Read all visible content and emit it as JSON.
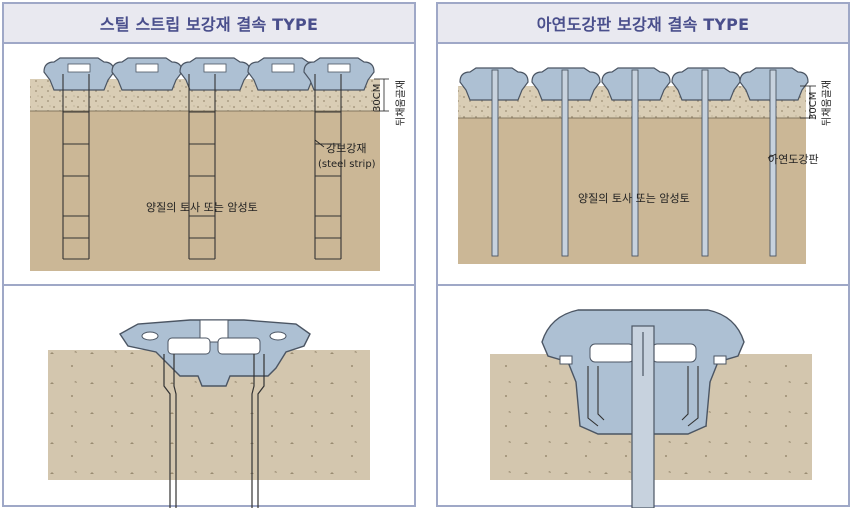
{
  "left_panel": {
    "title": "스틸 스트립 보강재 결속 TYPE",
    "depth_label": "30CM",
    "backfill_label": "뒤채움골재",
    "reinforcement_label": "강보강재",
    "reinforcement_sublabel": "(steel strip)",
    "soil_label": "양질의 토사 또는 암성토"
  },
  "right_panel": {
    "title": "아연도강판 보강재 결속 TYPE",
    "depth_label": "30CM",
    "backfill_label": "뒤채움골재",
    "reinforcement_label": "아연도강판",
    "soil_label": "양질의 토사 또는 암성토"
  },
  "colors": {
    "soil": "#cbb796",
    "backfill": "#d9cdb5",
    "block": "#adc0d3",
    "block_stroke": "#4b5563",
    "panel_border": "#9fa8c7",
    "title_text": "#4a4f8c",
    "title_bg": "#e9e9f0"
  }
}
